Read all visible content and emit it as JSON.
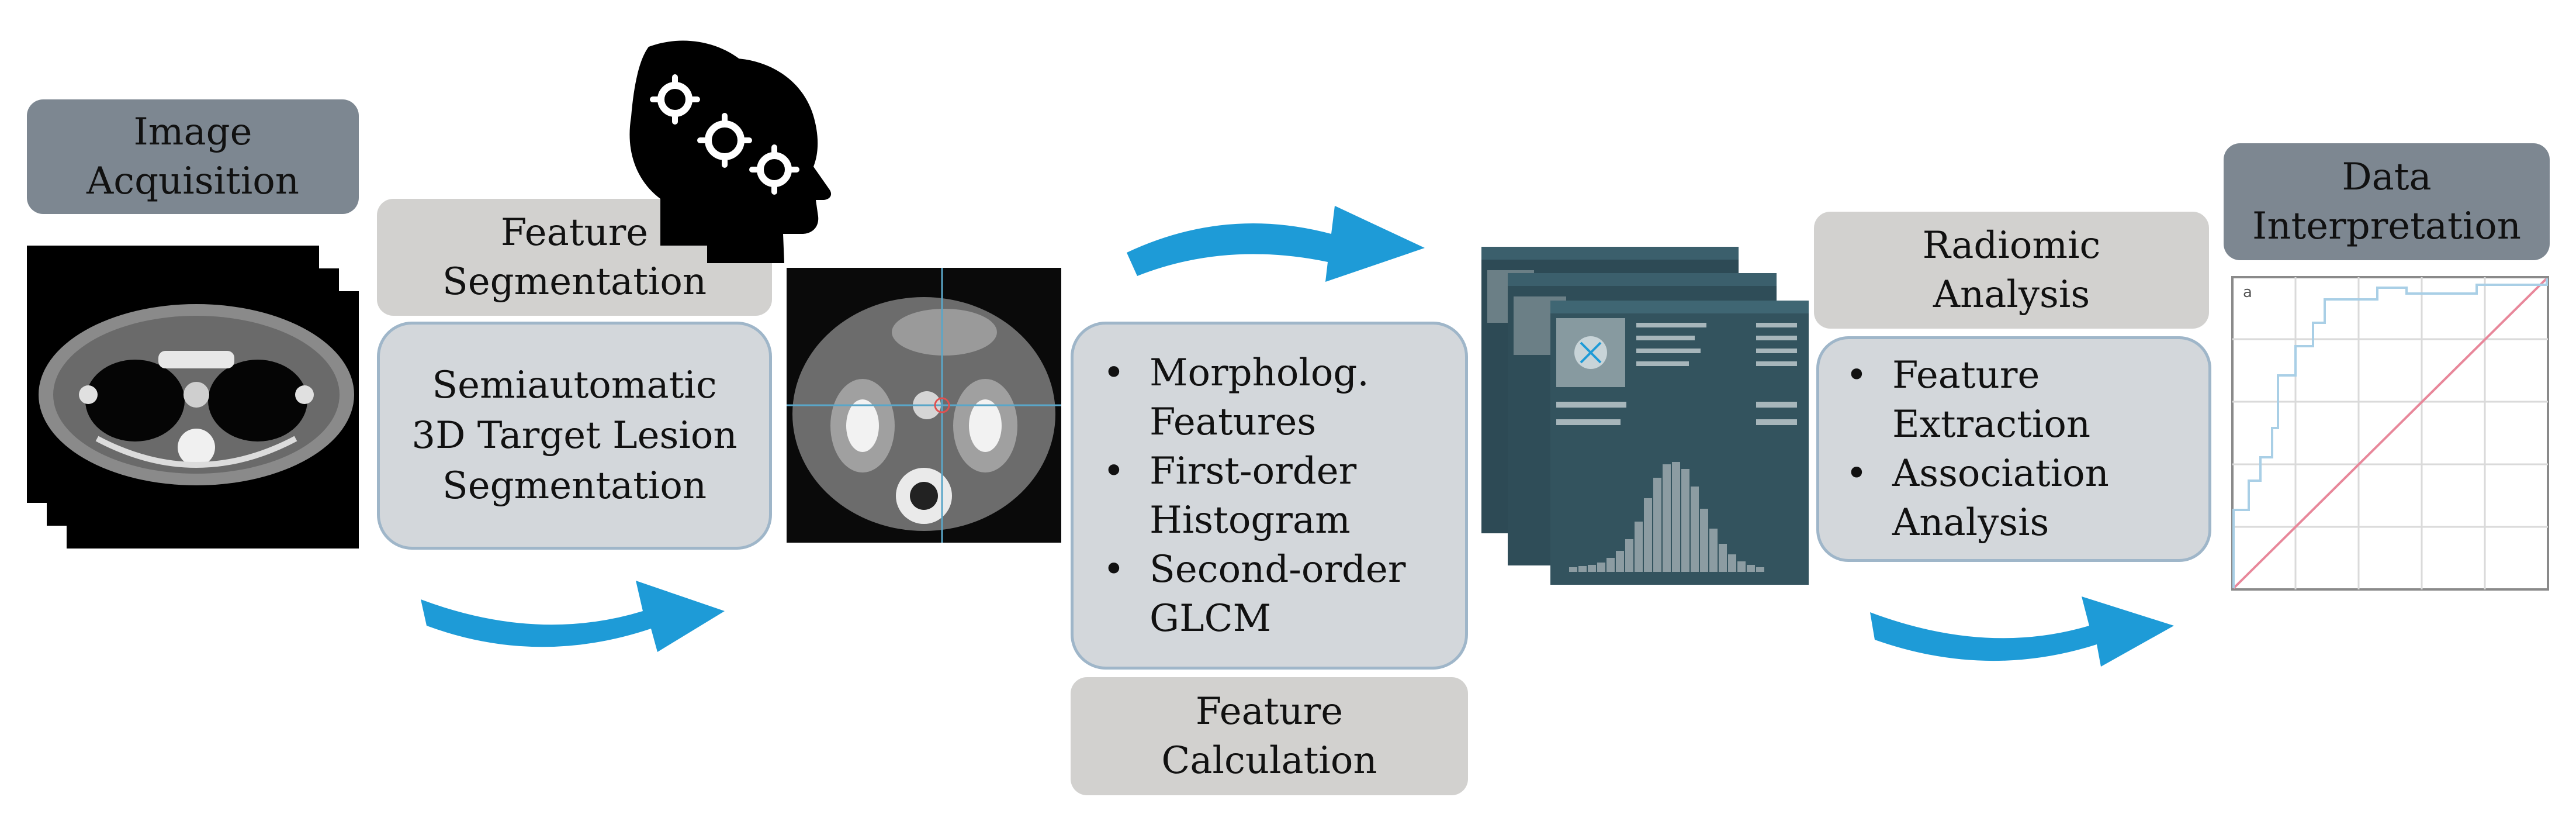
{
  "stages": {
    "acquisition": {
      "lines": [
        "Image",
        "Acquisition"
      ]
    },
    "segmentation": {
      "header_lines": [
        "Feature",
        "Segmentation"
      ],
      "box_lines": [
        "Semiautomatic",
        "3D Target Lesion",
        "Segmentation"
      ]
    },
    "calculation": {
      "items": [
        {
          "lines": [
            "Morpholog.",
            "Features"
          ]
        },
        {
          "lines": [
            "First-order",
            "Histogram"
          ]
        },
        {
          "lines": [
            "Second-order",
            "GLCM"
          ]
        }
      ],
      "footer_lines": [
        "Feature",
        "Calculation"
      ]
    },
    "analysis": {
      "header_lines": [
        "Radiomic",
        "Analysis"
      ],
      "items": [
        {
          "lines": [
            "Feature",
            "Extraction"
          ]
        },
        {
          "lines": [
            "Association",
            "Analysis"
          ]
        }
      ]
    },
    "interpretation": {
      "lines": [
        "Data",
        "Interpretation"
      ],
      "plot_corner_label": "a"
    }
  },
  "colors": {
    "arrow": "#1e9bd7",
    "dark_label": "#7d8791",
    "light_label": "#d2d1cf",
    "box_fill": "#d3d7db",
    "box_border": "#9fb6c9",
    "roc_diagonal": "#e8879a",
    "roc_curve": "#a9cfe6",
    "software_panel": "#2d4a55"
  },
  "icons": [
    "head-gears-icon",
    "ct-stack-image",
    "ct-slice-image",
    "software-window-stack",
    "roc-plot"
  ]
}
